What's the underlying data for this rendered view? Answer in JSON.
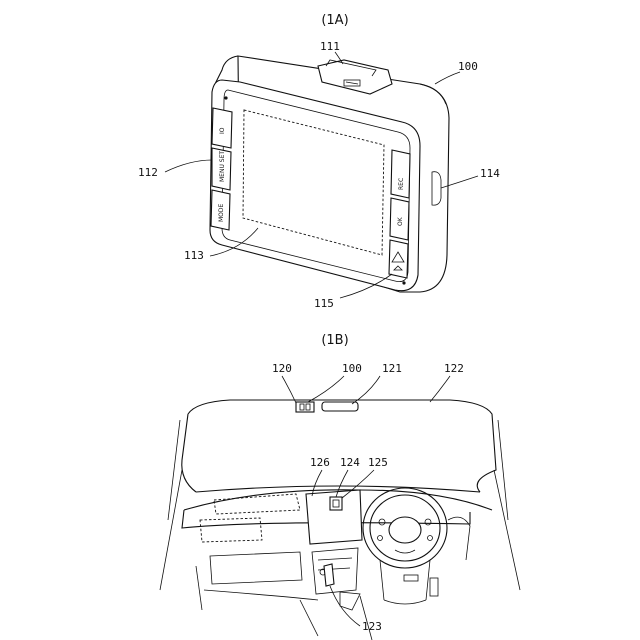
{
  "figure_a": {
    "title": "(1A)",
    "labels": {
      "device": "100",
      "mount": "111",
      "buttons_left": "112",
      "screen": "113",
      "side_slot": "114",
      "buttons_right": "115"
    },
    "button_text": {
      "left_top": "IO",
      "left_mid": "MENU SET",
      "left_bot": "MODE",
      "right_top": "REC",
      "right_mid": "OK"
    }
  },
  "figure_b": {
    "title": "(1B)",
    "labels": {
      "windshield_edge": "120",
      "device": "100",
      "mirror": "121",
      "windshield": "122",
      "socket": "123",
      "vent": "124",
      "center_panel": "125",
      "console": "126"
    }
  }
}
